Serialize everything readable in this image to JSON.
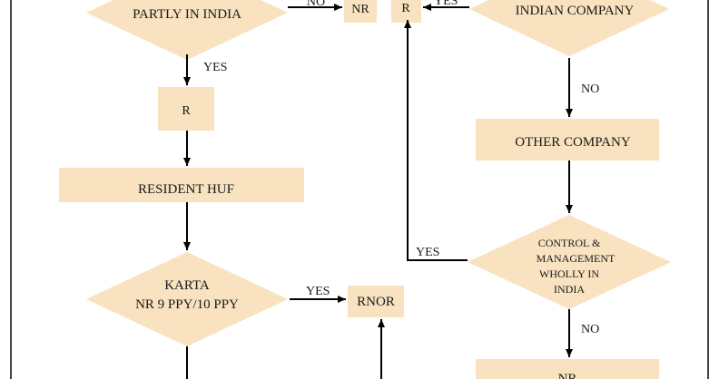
{
  "nodes": {
    "partly_in_india": "PARTLY IN INDIA",
    "nr": "NR",
    "r_top": "R",
    "indian_company": "INDIAN COMPANY",
    "r": "R",
    "resident_huf": "RESIDENT HUF",
    "other_company": "OTHER COMPANY",
    "control_line1": "CONTROL &",
    "control_line2": "MANAGEMENT",
    "control_line3": "WHOLLY IN",
    "control_line4": "INDIA",
    "karta_line1": "KARTA",
    "karta_line2": "NR 9 PPY/10 PPY",
    "rnor": "RNOR",
    "bottom_partial": "NR"
  },
  "edges": {
    "no_to_nr": "NO",
    "yes_to_r": "YES",
    "yes_top_partial": "YES",
    "no_to_other": "NO",
    "yes_control": "YES",
    "yes_to_rnor": "YES",
    "no_bottom": "NO"
  },
  "colors": {
    "node_fill": "#f8e2bf",
    "line": "#000000",
    "frame": "#444444"
  }
}
